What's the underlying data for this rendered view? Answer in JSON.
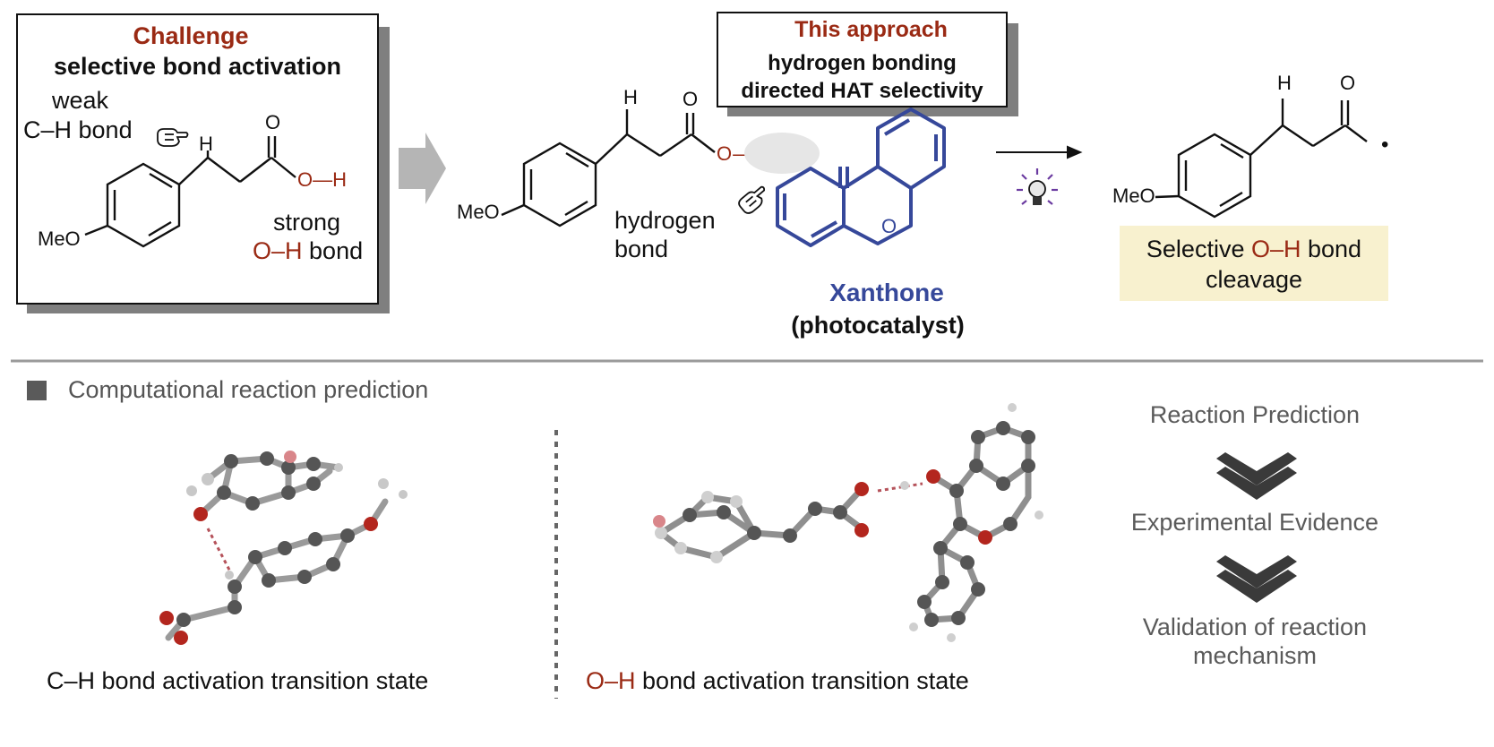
{
  "challenge": {
    "title": "Challenge",
    "subtitle": "selective bond activation",
    "weak_line1": "weak",
    "weak_line2": "C–H bond",
    "strong_line1": "strong",
    "strong_red": "O–H",
    "strong_rest": " bond",
    "atom_H": "H",
    "atom_O": "O",
    "oh_label": "O—H",
    "meo": "MeO"
  },
  "approach": {
    "title": "This approach",
    "line1": "hydrogen bonding",
    "line2": "directed HAT selectivity",
    "hbond_line1": "hydrogen",
    "hbond_line2": "bond",
    "catalyst_name": "Xanthone",
    "catalyst_role": "(photocatalyst)",
    "atom_H": "H",
    "atom_O": "O",
    "hbond_chain": "O—H- -O",
    "xanthone_O": "O",
    "meo": "MeO"
  },
  "product": {
    "atom_H": "H",
    "atom_O": "O",
    "radical_dot": "•",
    "meo": "MeO",
    "result_pre": "Selective ",
    "result_red": "O–H",
    "result_post": " bond",
    "result_line2": "cleavage"
  },
  "bottom": {
    "section_title": "Computational reaction prediction",
    "caption_left": "C–H bond activation transition state",
    "caption_right_red": "O–H",
    "caption_right_rest": " bond activation transition state"
  },
  "flow": {
    "step1": "Reaction Prediction",
    "step2": "Experimental Evidence",
    "step3_line1": "Validation of reaction",
    "step3_line2": "mechanism"
  },
  "colors": {
    "accent_red": "#9a2a14",
    "catalyst_blue": "#36489a",
    "highlight": "#f8f1cf",
    "flow_gray": "#555555"
  }
}
